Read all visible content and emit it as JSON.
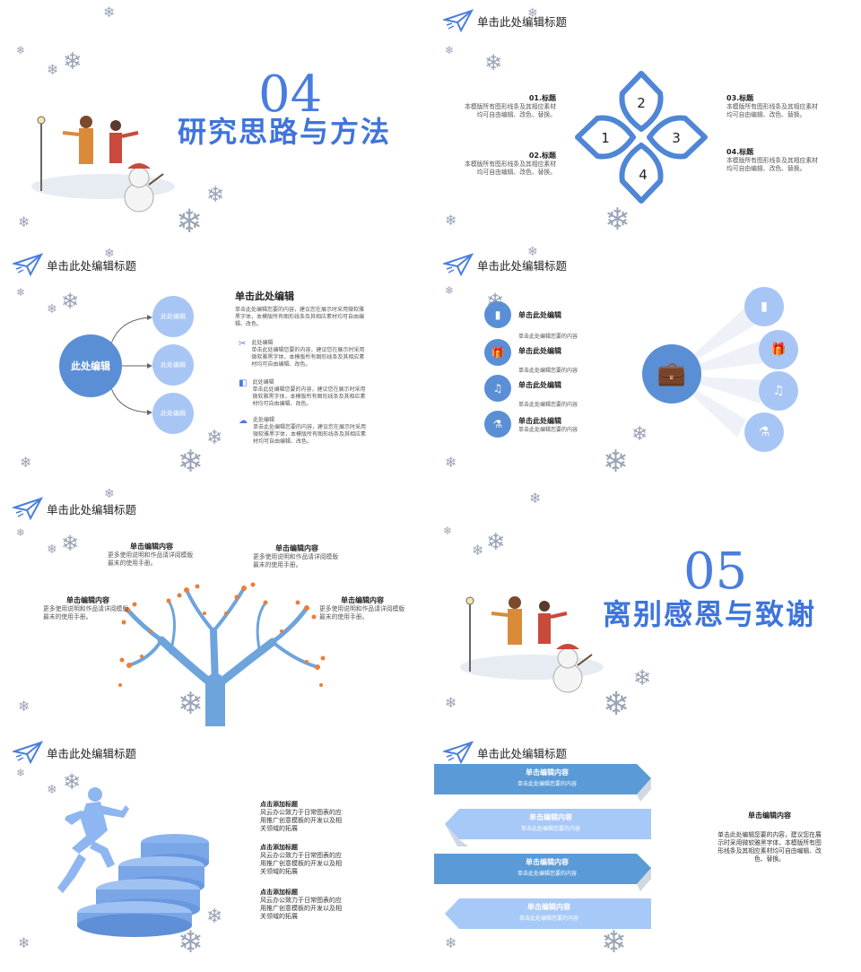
{
  "header_title": "单击此处编辑标题",
  "section4": {
    "number": "04",
    "title": "研究思路与方法"
  },
  "section5": {
    "number": "05",
    "title": "离别感恩与致谢"
  },
  "petals": {
    "numbers": [
      "1",
      "2",
      "3",
      "4"
    ],
    "items": [
      {
        "title": "01.标题",
        "text": "本模版所有图形线条及其相应素材均可自由编辑、改色、替换。"
      },
      {
        "title": "02.标题",
        "text": "本模版所有图形线条及其相应素材均可自由编辑、改色、替换。"
      },
      {
        "title": "03.标题",
        "text": "本模版所有图形线条及其相应素材均可自由编辑、改色、替换。"
      },
      {
        "title": "04.标题",
        "text": "本模版所有图形线条及其相应素材均可自由编辑、改色、替换。"
      }
    ]
  },
  "mindmap": {
    "center": "此处编辑",
    "nodes": [
      "此处编辑",
      "此处编辑",
      "此处编辑"
    ],
    "heading": "单击此处编辑",
    "intro": "单击此处编辑您要的内容，建议您在展示时采用微软雅黑字体，本模版所有图形线条及其相应素材均可自由编辑、改色。",
    "items": [
      {
        "title": "此处编辑",
        "text": "单击此处编辑您要的内容，建议您在展示时采用微软雅黑字体，本模版所有图形线条及其相应素材均可自由编辑、改色。"
      },
      {
        "title": "此处编辑",
        "text": "单击此处编辑您要的内容，建议您在展示时采用微软雅黑字体，本模版所有图形线条及其相应素材均可自由编辑、改色。"
      },
      {
        "title": "此处编辑",
        "text": "单击此处编辑您要的内容，建议您在展示时采用微软雅黑字体，本模版所有图形线条及其相应素材均可自由编辑、改色。"
      }
    ]
  },
  "iconlist": {
    "items": [
      {
        "title": "单击此处编辑",
        "text": "单击此处编辑您要的内容"
      },
      {
        "title": "单击此处编辑",
        "text": "单击此处编辑您要的内容"
      },
      {
        "title": "单击此处编辑",
        "text": "单击此处编辑您要的内容"
      },
      {
        "title": "单击此处编辑",
        "text": "单击此处编辑您要的内容"
      }
    ]
  },
  "tree": {
    "items": [
      {
        "title": "单击编辑内容",
        "text": "更多使用说明和作品请详阅模版最末的使用手册。"
      },
      {
        "title": "单击编辑内容",
        "text": "更多使用说明和作品请详阅模版最末的使用手册。"
      },
      {
        "title": "单击编辑内容",
        "text": "更多使用说明和作品请详阅模版最末的使用手册。"
      },
      {
        "title": "单击编辑内容",
        "text": "更多使用说明和作品请详阅模版最末的使用手册。"
      }
    ]
  },
  "stairs": {
    "items": [
      {
        "title": "点击添加标题",
        "text": "风云办公致力于日常图表的应用推广创意模板的开发以及相关领域的拓展"
      },
      {
        "title": "点击添加标题",
        "text": "风云办公致力于日常图表的应用推广创意模板的开发以及相关领域的拓展"
      },
      {
        "title": "点击添加标题",
        "text": "风云办公致力于日常图表的应用推广创意模板的开发以及相关领域的拓展"
      }
    ]
  },
  "ribbons": {
    "items": [
      {
        "title": "单击编辑内容",
        "text": "单击此处编辑您要的内容"
      },
      {
        "title": "单击编辑内容",
        "text": "单击此处编辑您要的内容"
      },
      {
        "title": "单击编辑内容",
        "text": "单击此处编辑您要的内容"
      },
      {
        "title": "单击编辑内容",
        "text": "单击此处编辑您要的内容"
      }
    ],
    "side_title": "单击编辑内容",
    "side_text": "单击此处编辑您要的内容，建议您在展示时采用微软雅黑字体，本模版所有图形线条及其相应素材均可自由编辑、改色、替换。"
  },
  "colors": {
    "accent": "#4a7de0",
    "light": "#a9c4f5",
    "mid": "#5b8fd8",
    "ribbon_light": "#a7c9f7",
    "ribbon_dark": "#5a9ad6"
  }
}
